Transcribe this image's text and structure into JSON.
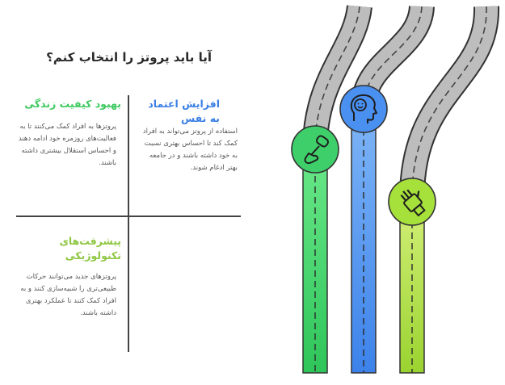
{
  "title": "آیا باید پروتز را انتخاب کنم؟",
  "quadrants": {
    "top_left": {
      "title": "بهبود کیفیت زندگی",
      "text": "پروتزها به افراد کمک می‌کنند تا به فعالیت‌های روزمره خود ادامه دهند و احساس استقلال بیشتری داشته باشند."
    },
    "top_right": {
      "title": "افزایش اعتماد به نفس",
      "text": "استفاده از پروتز می‌تواند به افراد کمک کند تا احساس بهتری نسبت به خود داشته باشند و در جامعه بهتر ادغام شوند."
    },
    "bottom_left": {
      "title": "پیشرفت‌های تکنولوژیکی",
      "text": "پروتزهای جدید می‌توانند حرکات طبیعی‌تری را شبیه‌سازی کنند و به افراد کمک کنند تا عملکرد بهتری داشته باشند."
    }
  },
  "colors": {
    "green": "#3ecf6a",
    "blue": "#4a90f0",
    "lime": "#a6e03a",
    "title_green": "#3ec95f",
    "title_lime": "#8dc63f",
    "title_blue": "#3a7fe6",
    "road": "#b9b9b9"
  },
  "icons": {
    "green": "prosthetic-leg-icon",
    "blue": "head-smile-icon",
    "lime": "robotic-hand-icon"
  }
}
